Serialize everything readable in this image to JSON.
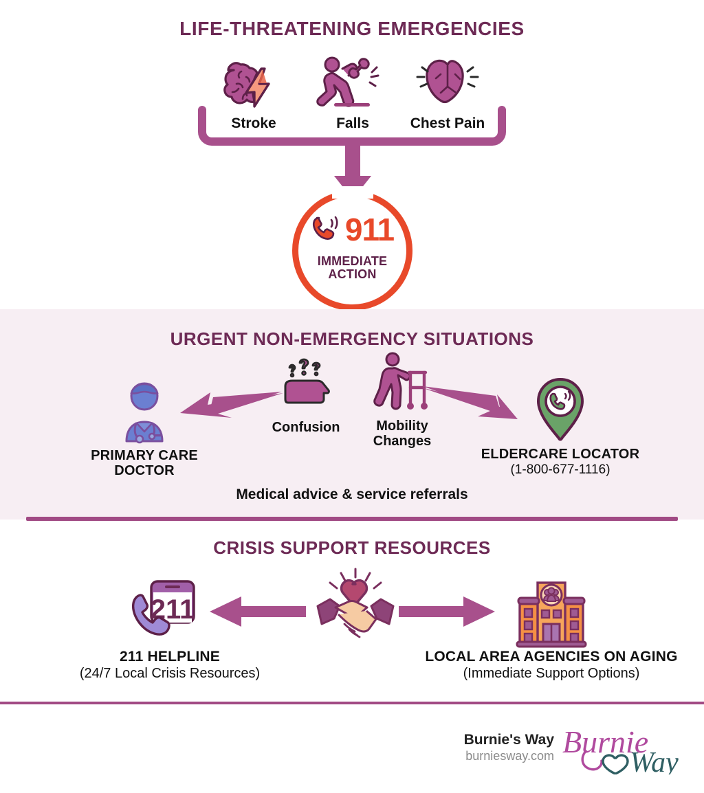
{
  "colors": {
    "plum": "#6d2a55",
    "magenta": "#a14a84",
    "orange_red": "#e8492a",
    "pink_bg": "#f7eef3",
    "green": "#6aa368",
    "blue": "#6b7fd1",
    "building_orange": "#f59045",
    "body_text": "#111111"
  },
  "section1": {
    "title": "LIFE-THREATENING EMERGENCIES",
    "items": [
      {
        "label": "Stroke",
        "icon": "brain-lightning-icon"
      },
      {
        "label": "Falls",
        "icon": "falling-person-icon"
      },
      {
        "label": "Chest Pain",
        "icon": "heart-pain-icon"
      }
    ],
    "callout": {
      "number": "911",
      "line1": "IMMEDIATE",
      "line2": "ACTION",
      "icon": "phone-ringing-icon"
    }
  },
  "section2": {
    "title": "URGENT NON-EMERGENCY SITUATIONS",
    "symptoms": [
      {
        "label": "Confusion",
        "icon": "confused-head-icon"
      },
      {
        "label_line1": "Mobility",
        "label_line2": "Changes",
        "icon": "walker-person-icon"
      }
    ],
    "destinations": [
      {
        "title_line1": "PRIMARY CARE",
        "title_line2": "DOCTOR",
        "icon": "doctor-icon"
      },
      {
        "title": "ELDERCARE LOCATOR",
        "phone": "(1-800-677-1116)",
        "icon": "map-pin-phone-icon"
      }
    ],
    "note": "Medical advice & service referrals"
  },
  "section3": {
    "title": "CRISIS SUPPORT RESOURCES",
    "center_icon": "handshake-heart-icon",
    "left": {
      "icon": "phone-211-icon",
      "icon_text": "211",
      "title": "211 HELPLINE",
      "subtitle": "(24/7 Local Crisis Resources)"
    },
    "right": {
      "icon": "agency-building-icon",
      "title": "LOCAL AREA AGENCIES ON AGING",
      "subtitle": "(Immediate Support Options)"
    }
  },
  "footer": {
    "brand": "Burnie's Way",
    "url": "burniesway.com",
    "logo_script_left": "Burnie",
    "logo_script_right": "Way"
  }
}
